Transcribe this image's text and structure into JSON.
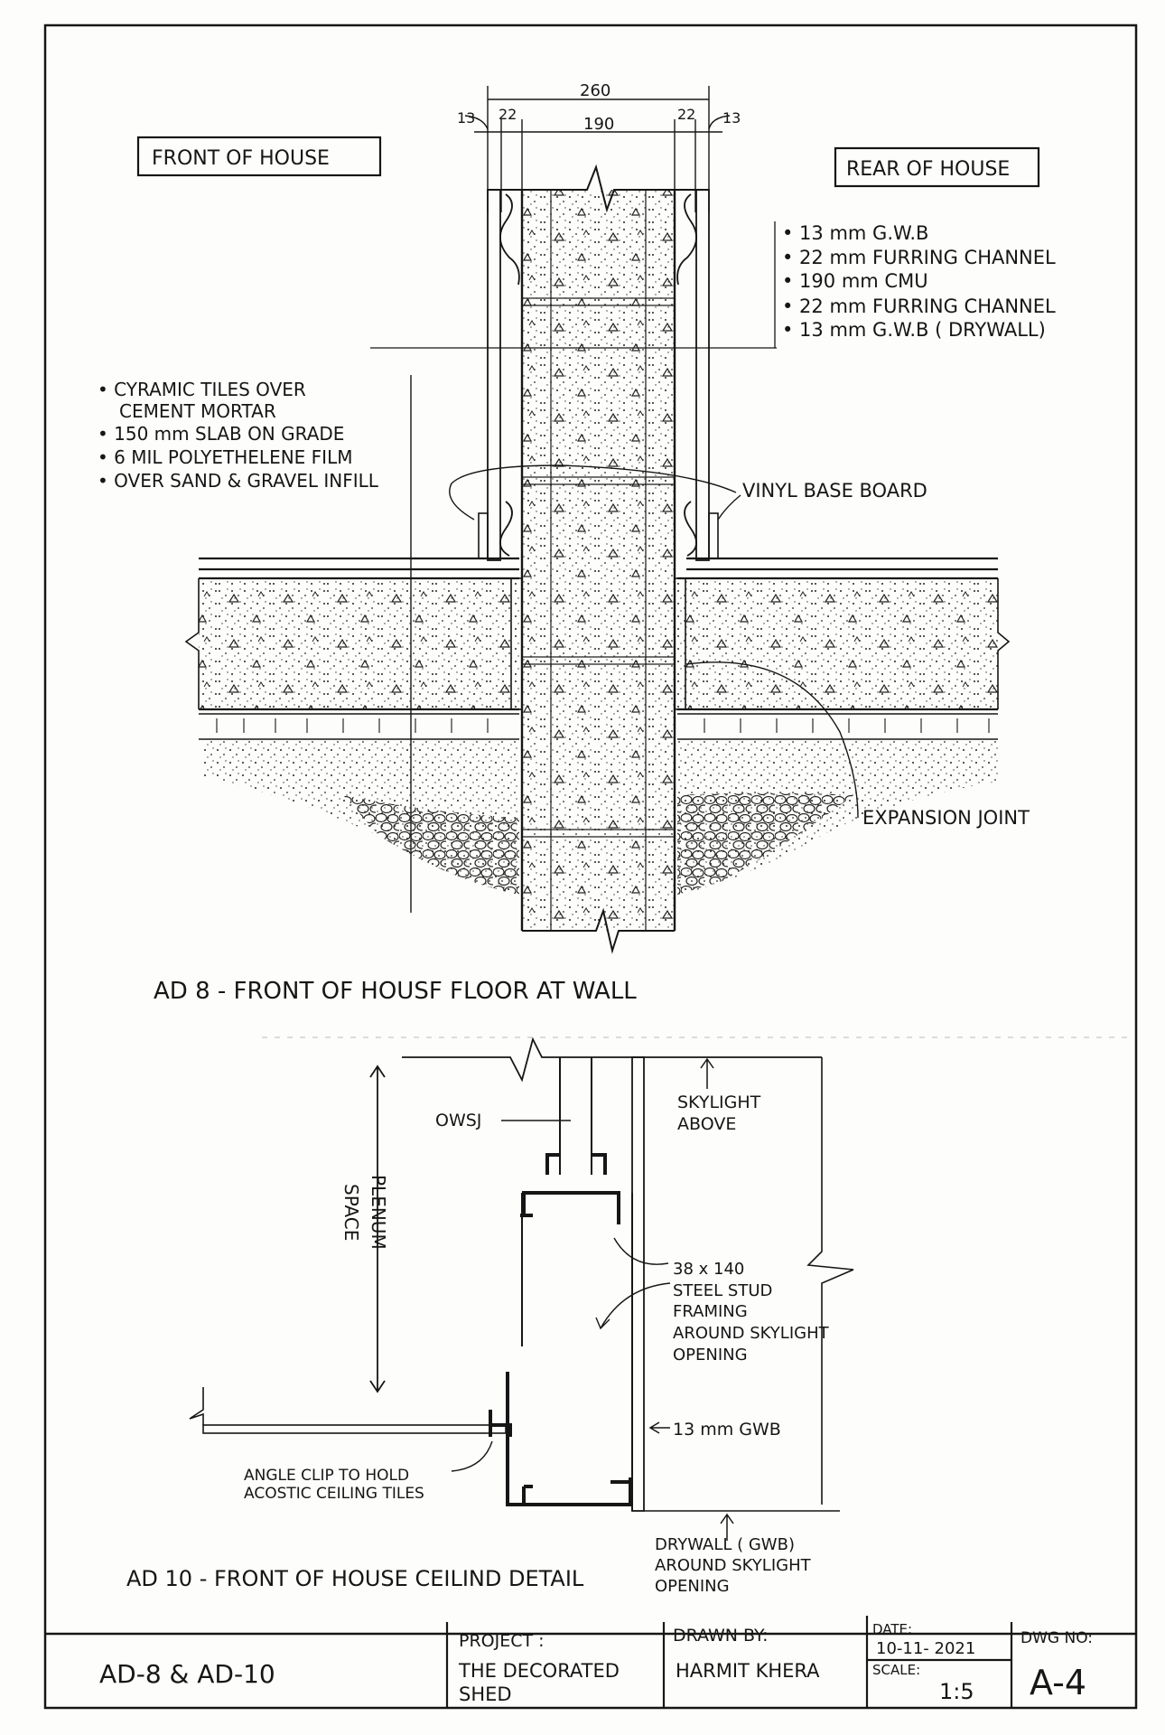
{
  "ad8": {
    "front_label": "FRONT OF HOUSE",
    "rear_label": "REAR OF HOUSE",
    "dims": {
      "overall": "260",
      "cmu": "190",
      "gwb_left": "13",
      "furring_left": "22",
      "furring_right": "22",
      "gwb_right": "13"
    },
    "wall_layers": [
      "• 13 mm  G.W.B",
      "• 22 mm  FURRING CHANNEL",
      "• 190 mm  CMU",
      "• 22 mm  FURRING CHANNEL",
      "• 13 mm  G.W.B  ( DRYWALL)"
    ],
    "floor_layers": [
      "• CYRAMIC TILES OVER",
      "CEMENT MORTAR",
      "• 150 mm SLAB ON GRADE",
      "• 6 MIL POLYETHELENE FILM",
      "• OVER SAND & GRAVEL INFILL"
    ],
    "vinyl_label": "VINYL BASE BOARD",
    "expansion_label": "EXPANSION  JOINT",
    "title": "AD 8 -  FRONT  OF  HOUSF  FLOOR  AT  WALL"
  },
  "ad10": {
    "owsj_label": "OWSJ",
    "skylight_label": [
      "SKYLIGHT",
      "ABOVE"
    ],
    "plenum_label": [
      "PLENUM",
      "SPACE"
    ],
    "stud_label": [
      "38 x 140",
      "STEEL  STUD",
      "FRAMING",
      "AROUND  SKYLIGHT",
      "OPENING"
    ],
    "gwb_label": "13 mm  GWB",
    "clip_label": [
      "ANGLE  CLIP  TO  HOLD",
      "ACOSTIC  CEILING  TILES"
    ],
    "drywall_label": [
      "DRYWALL ( GWB)",
      "AROUND  SKYLIGHT",
      "OPENING"
    ],
    "title": "AD 10 - FRONT  OF  HOUSE  CEILIND  DETAIL"
  },
  "title_block": {
    "sheet_ids": "AD-8   &  AD-10",
    "project_label": "PROJECT :",
    "project_name": [
      "THE  DECORATED",
      "SHED"
    ],
    "drawn_by_label": "DRAWN  BY:",
    "drawn_by": "HARMIT   KHERA",
    "date_label": "DATE:",
    "date": "10-11- 2021",
    "scale_label": "SCALE:",
    "scale": "1:5",
    "dwg_no_label": "DWG NO:",
    "dwg_no": "A-4"
  }
}
